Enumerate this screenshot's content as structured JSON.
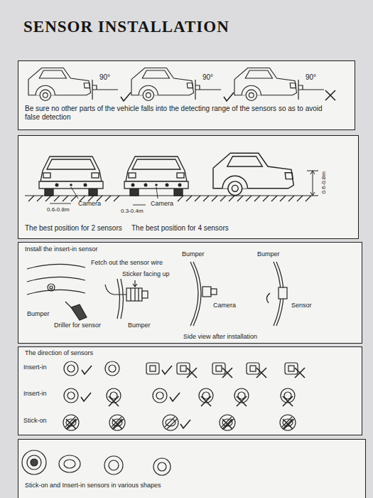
{
  "diagram": {
    "title": "SENSOR INSTALLATION",
    "nodes": [
      {
        "text": [
          "Be sure no other parts of the vehicle falls into the detecting range of the sensors so as to avoid false detection"
        ]
      },
      {
        "text": [
          "The best position for 2 sensors",
          "The best position for 4 sensors"
        ]
      },
      {
        "text": [
          "Install the insert-in sensor"
        ]
      },
      {
        "text": [
          "The direction of sensors"
        ]
      },
      {
        "text": [
          "Stick-on and Insert-in sensors in various shapes"
        ]
      }
    ],
    "labels": [
      "90°",
      "90°",
      "90°",
      "0.6-0.8m",
      "Camera",
      "Camera",
      "0.6-0.8m",
      "0.3-0.4m",
      "Bumper",
      "Bumper",
      "Fetch out the sensor wire",
      "Sticker facing up",
      "Camera",
      "Sensor",
      "Bumper",
      "Driller for sensor",
      "Bumper",
      "Side view after installation",
      "Insert-in",
      "Insert-in",
      "Stick-on"
    ]
  }
}
